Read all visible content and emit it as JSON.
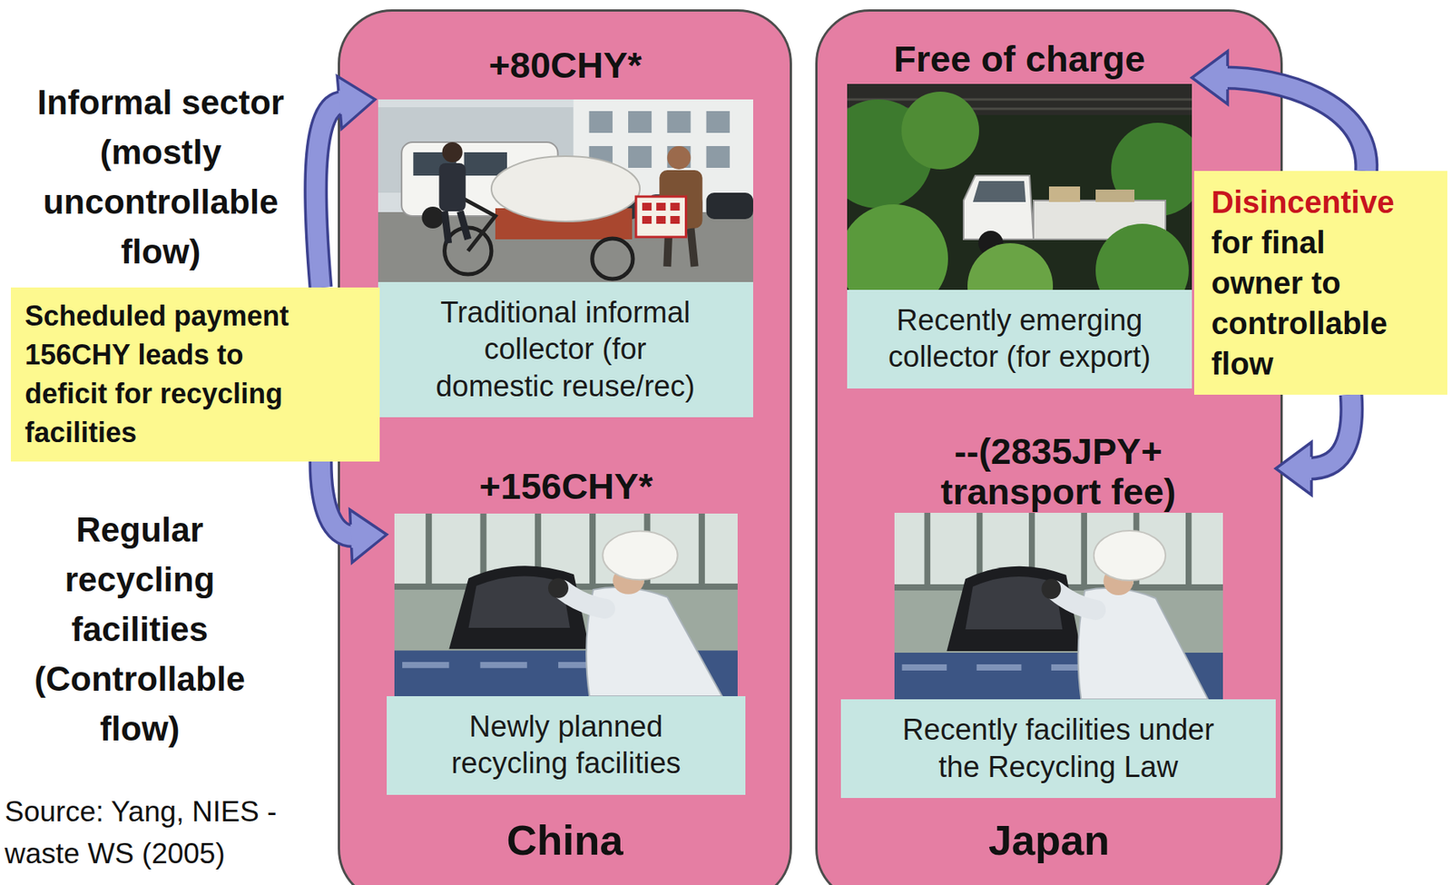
{
  "diagram": {
    "nodes": [
      {
        "text": [
          "China"
        ]
      },
      {
        "text": [
          "+80CHY*",
          "Traditional informal collector (for domestic reuse/rec)"
        ],
        "in": 0
      },
      {
        "text": [
          "+156CHY*",
          "Newly planned recycling facilities"
        ],
        "in": 0
      },
      {
        "text": [
          "Japan"
        ]
      },
      {
        "text": [
          "Free of charge",
          "Recently emerging collector (for export)"
        ],
        "in": 3
      },
      {
        "text": [
          "--(2835JPY+ transport fee)",
          "Recently facilities under the Recycling Law"
        ],
        "in": 3
      },
      {
        "text": [
          "Scheduled payment 156CHY leads to deficit for recycling facilities"
        ]
      },
      {
        "text": [
          "Disincentive for final owner to controllable flow"
        ]
      }
    ],
    "edges": [
      {
        "from": 6,
        "to": 1,
        "arrow": "to"
      },
      {
        "from": 6,
        "to": 2,
        "arrow": "to"
      },
      {
        "from": 7,
        "to": 4,
        "arrow": "to"
      },
      {
        "from": 7,
        "to": 5,
        "arrow": "to"
      }
    ],
    "labels": [
      "Informal sector (mostly uncontrollable flow)",
      "Regular recycling facilities (Controllable flow)",
      "Source: Yang, NIES -waste WS (2005)"
    ]
  }
}
